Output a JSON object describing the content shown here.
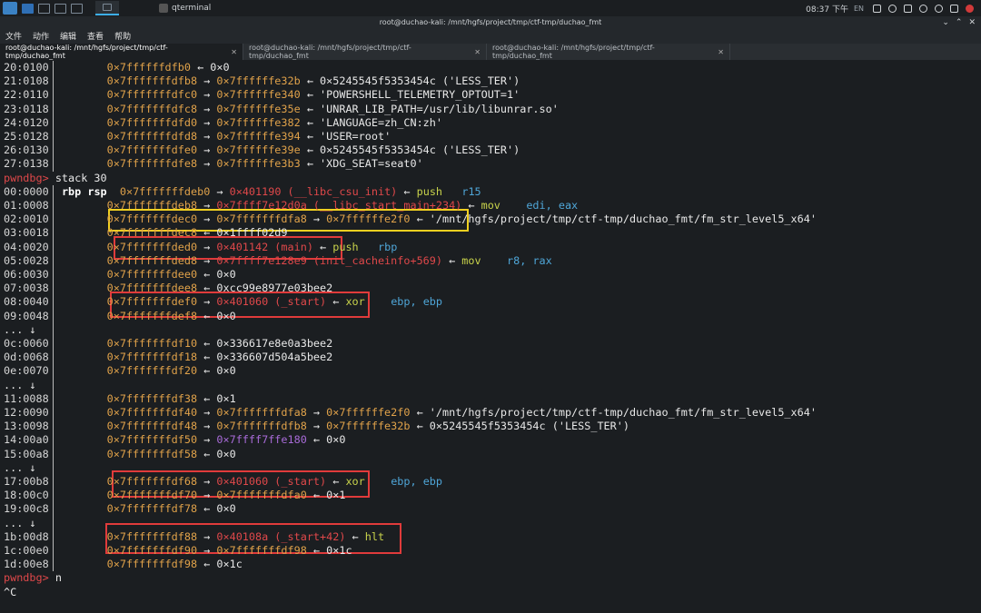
{
  "panel": {
    "app_name": "qterminal",
    "clock": "08:37 下午",
    "lang": "EN"
  },
  "window": {
    "title": "root@duchao-kali: /mnt/hgfs/project/tmp/ctf-tmp/duchao_fmt",
    "controls": [
      "⌄",
      "⌃",
      "✕"
    ]
  },
  "menu": [
    "文件",
    "动作",
    "编辑",
    "查看",
    "帮助"
  ],
  "tabs": [
    {
      "label": "root@duchao-kali: /mnt/hgfs/project/tmp/ctf-tmp/duchao_fmt",
      "close": "✕"
    },
    {
      "label": "root@duchao-kali: /mnt/hgfs/project/tmp/ctf-tmp/duchao_fmt",
      "close": "✕"
    },
    {
      "label": "root@duchao-kali: /mnt/hgfs/project/tmp/ctf-tmp/duchao_fmt",
      "close": "✕"
    }
  ],
  "terminal": {
    "lines": [
      [
        [
          "20:0100",
          "off"
        ],
        [
          "         ",
          ""
        ],
        [
          "0×7ffffffdfb0",
          "addr"
        ],
        [
          " ← 0×0",
          "white"
        ]
      ],
      [
        [
          "21:0108",
          "off"
        ],
        [
          "         ",
          ""
        ],
        [
          "0×7fffffffdfb8",
          "addr"
        ],
        [
          " → ",
          "white"
        ],
        [
          "0×7ffffffe32b",
          "addr"
        ],
        [
          " ← 0×5245545f5353454c ('LESS_TER')",
          "white"
        ]
      ],
      [
        [
          "22:0110",
          "off"
        ],
        [
          "         ",
          ""
        ],
        [
          "0×7fffffffdfc0",
          "addr"
        ],
        [
          " → ",
          "white"
        ],
        [
          "0×7ffffffe340",
          "addr"
        ],
        [
          " ← 'POWERSHELL_TELEMETRY_OPTOUT=1'",
          "white"
        ]
      ],
      [
        [
          "23:0118",
          "off"
        ],
        [
          "         ",
          ""
        ],
        [
          "0×7fffffffdfc8",
          "addr"
        ],
        [
          " → ",
          "white"
        ],
        [
          "0×7ffffffe35e",
          "addr"
        ],
        [
          " ← 'UNRAR_LIB_PATH=/usr/lib/libunrar.so'",
          "white"
        ]
      ],
      [
        [
          "24:0120",
          "off"
        ],
        [
          "         ",
          ""
        ],
        [
          "0×7fffffffdfd0",
          "addr"
        ],
        [
          " → ",
          "white"
        ],
        [
          "0×7ffffffe382",
          "addr"
        ],
        [
          " ← 'LANGUAGE=zh_CN:zh'",
          "white"
        ]
      ],
      [
        [
          "25:0128",
          "off"
        ],
        [
          "         ",
          ""
        ],
        [
          "0×7fffffffdfd8",
          "addr"
        ],
        [
          " → ",
          "white"
        ],
        [
          "0×7ffffffe394",
          "addr"
        ],
        [
          " ← 'USER=root'",
          "white"
        ]
      ],
      [
        [
          "26:0130",
          "off"
        ],
        [
          "         ",
          ""
        ],
        [
          "0×7fffffffdfe0",
          "addr"
        ],
        [
          " → ",
          "white"
        ],
        [
          "0×7ffffffe39e",
          "addr"
        ],
        [
          " ← 0×5245545f5353454c ('LESS_TER')",
          "white"
        ]
      ],
      [
        [
          "27:0138",
          "off"
        ],
        [
          "         ",
          ""
        ],
        [
          "0×7fffffffdfe8",
          "addr"
        ],
        [
          " → ",
          "white"
        ],
        [
          "0×7ffffffe3b3",
          "addr"
        ],
        [
          " ← 'XDG_SEAT=seat0'",
          "white"
        ]
      ],
      [
        [
          "pwndbg>",
          "prompt"
        ],
        [
          " stack 30",
          "white"
        ]
      ],
      [
        [
          "00:0000",
          "off"
        ],
        [
          "  ",
          ""
        ],
        [
          "rbp rsp",
          "bold"
        ],
        [
          "  ",
          ""
        ],
        [
          "0×7fffffffdeb0",
          "addr"
        ],
        [
          " → ",
          "white"
        ],
        [
          "0×401190 (__libc_csu_init)",
          "red"
        ],
        [
          " ← ",
          "white"
        ],
        [
          "push",
          "green"
        ],
        [
          "   ",
          ""
        ],
        [
          "r15",
          "cyan"
        ]
      ],
      [
        [
          "01:0008",
          "off"
        ],
        [
          "         ",
          ""
        ],
        [
          "0×7fffffffdeb8",
          "addr"
        ],
        [
          " → ",
          "white"
        ],
        [
          "0×7ffff7e12d0a (__libc_start_main+234)",
          "red"
        ],
        [
          " ← ",
          "white"
        ],
        [
          "mov",
          "green"
        ],
        [
          "    ",
          ""
        ],
        [
          "edi, eax",
          "cyan"
        ]
      ],
      [
        [
          "02:0010",
          "off"
        ],
        [
          "         ",
          ""
        ],
        [
          "0×7fffffffdec0",
          "addr"
        ],
        [
          " → ",
          "white"
        ],
        [
          "0×7fffffffdfa8",
          "addr"
        ],
        [
          " → ",
          "white"
        ],
        [
          "0×7ffffffe2f0",
          "addr"
        ],
        [
          " ← '/mnt/hgfs/project/tmp/ctf-tmp/duchao_fmt/fm_str_level5_x64'",
          "white"
        ]
      ],
      [
        [
          "03:0018",
          "off"
        ],
        [
          "         ",
          ""
        ],
        [
          "0×7fffffffdec8",
          "addr"
        ],
        [
          " ← 0×1ffff02d9",
          "white"
        ]
      ],
      [
        [
          "04:0020",
          "off"
        ],
        [
          "         ",
          ""
        ],
        [
          "0×7fffffffded0",
          "addr"
        ],
        [
          " → ",
          "white"
        ],
        [
          "0×401142 (main)",
          "red"
        ],
        [
          " ← ",
          "white"
        ],
        [
          "push",
          "green"
        ],
        [
          "   ",
          ""
        ],
        [
          "rbp",
          "cyan"
        ]
      ],
      [
        [
          "05:0028",
          "off"
        ],
        [
          "         ",
          ""
        ],
        [
          "0×7fffffffded8",
          "addr"
        ],
        [
          " → ",
          "white"
        ],
        [
          "0×7ffff7e128e9 (init_cacheinfo+569)",
          "red"
        ],
        [
          " ← ",
          "white"
        ],
        [
          "mov",
          "green"
        ],
        [
          "    ",
          ""
        ],
        [
          "r8, rax",
          "cyan"
        ]
      ],
      [
        [
          "06:0030",
          "off"
        ],
        [
          "         ",
          ""
        ],
        [
          "0×7fffffffdee0",
          "addr"
        ],
        [
          " ← 0×0",
          "white"
        ]
      ],
      [
        [
          "07:0038",
          "off"
        ],
        [
          "         ",
          ""
        ],
        [
          "0×7fffffffdee8",
          "addr"
        ],
        [
          " ← 0xcc99e8977e03bee2",
          "white"
        ]
      ],
      [
        [
          "08:0040",
          "off"
        ],
        [
          "         ",
          ""
        ],
        [
          "0×7fffffffdef0",
          "addr"
        ],
        [
          " → ",
          "white"
        ],
        [
          "0×401060 (_start)",
          "red"
        ],
        [
          " ← ",
          "white"
        ],
        [
          "xor",
          "green"
        ],
        [
          "    ",
          ""
        ],
        [
          "ebp, ebp",
          "cyan"
        ]
      ],
      [
        [
          "09:0048",
          "off"
        ],
        [
          "         ",
          ""
        ],
        [
          "0×7fffffffdef8",
          "addr"
        ],
        [
          " ← 0×0",
          "white"
        ]
      ],
      [
        [
          "... ↓",
          "white"
        ]
      ],
      [
        [
          "0c:0060",
          "off"
        ],
        [
          "         ",
          ""
        ],
        [
          "0×7fffffffdf10",
          "addr"
        ],
        [
          " ← 0×336617e8e0a3bee2",
          "white"
        ]
      ],
      [
        [
          "0d:0068",
          "off"
        ],
        [
          "         ",
          ""
        ],
        [
          "0×7fffffffdf18",
          "addr"
        ],
        [
          " ← 0×336607d504a5bee2",
          "white"
        ]
      ],
      [
        [
          "0e:0070",
          "off"
        ],
        [
          "         ",
          ""
        ],
        [
          "0×7fffffffdf20",
          "addr"
        ],
        [
          " ← 0×0",
          "white"
        ]
      ],
      [
        [
          "... ↓",
          "white"
        ]
      ],
      [
        [
          "11:0088",
          "off"
        ],
        [
          "         ",
          ""
        ],
        [
          "0×7fffffffdf38",
          "addr"
        ],
        [
          " ← 0×1",
          "white"
        ]
      ],
      [
        [
          "12:0090",
          "off"
        ],
        [
          "         ",
          ""
        ],
        [
          "0×7fffffffdf40",
          "addr"
        ],
        [
          " → ",
          "white"
        ],
        [
          "0×7fffffffdfa8",
          "addr"
        ],
        [
          " → ",
          "white"
        ],
        [
          "0×7ffffffe2f0",
          "addr"
        ],
        [
          " ← '/mnt/hgfs/project/tmp/ctf-tmp/duchao_fmt/fm_str_level5_x64'",
          "white"
        ]
      ],
      [
        [
          "13:0098",
          "off"
        ],
        [
          "         ",
          ""
        ],
        [
          "0×7fffffffdf48",
          "addr"
        ],
        [
          " → ",
          "white"
        ],
        [
          "0×7fffffffdfb8",
          "addr"
        ],
        [
          " → ",
          "white"
        ],
        [
          "0×7ffffffe32b",
          "addr"
        ],
        [
          " ← 0×5245545f5353454c ('LESS_TER')",
          "white"
        ]
      ],
      [
        [
          "14:00a0",
          "off"
        ],
        [
          "         ",
          ""
        ],
        [
          "0×7fffffffdf50",
          "addr"
        ],
        [
          " → ",
          "white"
        ],
        [
          "0×7ffff7ffe180",
          "purple"
        ],
        [
          " ← 0×0",
          "white"
        ]
      ],
      [
        [
          "15:00a8",
          "off"
        ],
        [
          "         ",
          ""
        ],
        [
          "0×7fffffffdf58",
          "addr"
        ],
        [
          " ← 0×0",
          "white"
        ]
      ],
      [
        [
          "... ↓",
          "white"
        ]
      ],
      [
        [
          "17:00b8",
          "off"
        ],
        [
          "         ",
          ""
        ],
        [
          "0×7fffffffdf68",
          "addr"
        ],
        [
          " → ",
          "white"
        ],
        [
          "0×401060 (_start)",
          "red"
        ],
        [
          " ← ",
          "white"
        ],
        [
          "xor",
          "green"
        ],
        [
          "    ",
          ""
        ],
        [
          "ebp, ebp",
          "cyan"
        ]
      ],
      [
        [
          "18:00c0",
          "off"
        ],
        [
          "         ",
          ""
        ],
        [
          "0×7fffffffdf70",
          "addr"
        ],
        [
          " → ",
          "white"
        ],
        [
          "0×7fffffffdfa0",
          "addr"
        ],
        [
          " ← 0×1",
          "white"
        ]
      ],
      [
        [
          "19:00c8",
          "off"
        ],
        [
          "         ",
          ""
        ],
        [
          "0×7fffffffdf78",
          "addr"
        ],
        [
          " ← 0×0",
          "white"
        ]
      ],
      [
        [
          "... ↓",
          "white"
        ]
      ],
      [
        [
          "1b:00d8",
          "off"
        ],
        [
          "         ",
          ""
        ],
        [
          "0×7fffffffdf88",
          "addr"
        ],
        [
          " → ",
          "white"
        ],
        [
          "0×40108a (_start+42)",
          "red"
        ],
        [
          " ← ",
          "white"
        ],
        [
          "hlt",
          "green"
        ]
      ],
      [
        [
          "1c:00e0",
          "off"
        ],
        [
          "         ",
          ""
        ],
        [
          "0×7fffffffdf90",
          "addr"
        ],
        [
          " → ",
          "white"
        ],
        [
          "0×7fffffffdf98",
          "addr"
        ],
        [
          " ← 0×1c",
          "white"
        ]
      ],
      [
        [
          "1d:00e8",
          "off"
        ],
        [
          "         ",
          ""
        ],
        [
          "0×7fffffffdf98",
          "addr"
        ],
        [
          " ← 0×1c",
          "white"
        ]
      ],
      [
        [
          "pwndbg>",
          "prompt"
        ],
        [
          " n",
          "white"
        ]
      ],
      [
        [
          "^C",
          "white"
        ]
      ]
    ]
  }
}
